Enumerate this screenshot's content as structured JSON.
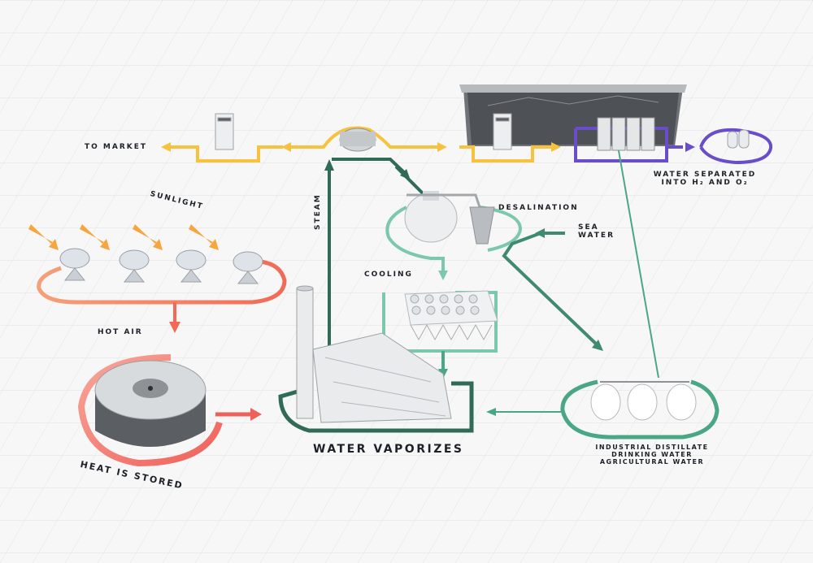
{
  "labels": {
    "to_market": "TO MARKET",
    "water_separated": "WATER SEPARATED",
    "into_h2_o2": "INTO H₂ AND O₂",
    "sunlight": "SUNLIGHT",
    "steam": "STEAM",
    "desalination": "DESALINATION",
    "sea": "SEA",
    "water": "WATER",
    "cooling": "COOLING",
    "hot_air": "HOT AIR",
    "water_vaporizes": "WATER VAPORIZES",
    "heat_is_stored": "HEAT IS STORED",
    "industrial_distillate": "INDUSTRIAL DISTILLATE",
    "drinking_water": "DRINKING WATER",
    "agricultural_water": "AGRICULTURAL WATER"
  },
  "colors": {
    "electricity": "#f7c23d",
    "hydrogen": "#6a4ec9",
    "solar": "#f08a5d",
    "heat": "#f36f5f",
    "steam": "#2f6b57",
    "desalination": "#7bc8ac",
    "water": "#4aa785",
    "grid": "#e1e1e1"
  }
}
